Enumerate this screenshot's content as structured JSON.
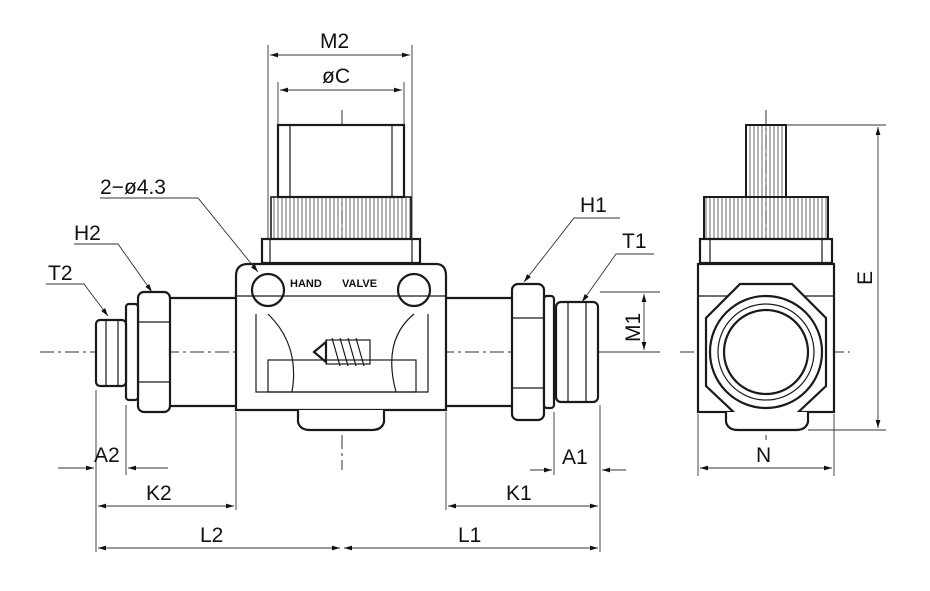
{
  "labels": {
    "m2": "M2",
    "phi_c": "øC",
    "hole": "2−ø4.3",
    "h2": "H2",
    "t2": "T2",
    "h1": "H1",
    "t1": "T1",
    "m1": "M1",
    "e": "E",
    "n": "N",
    "a2": "A2",
    "k2": "K2",
    "l2": "L2",
    "a1": "A1",
    "k1": "K1",
    "l1": "L1",
    "hand": "HAND",
    "valve": "VALVE"
  }
}
